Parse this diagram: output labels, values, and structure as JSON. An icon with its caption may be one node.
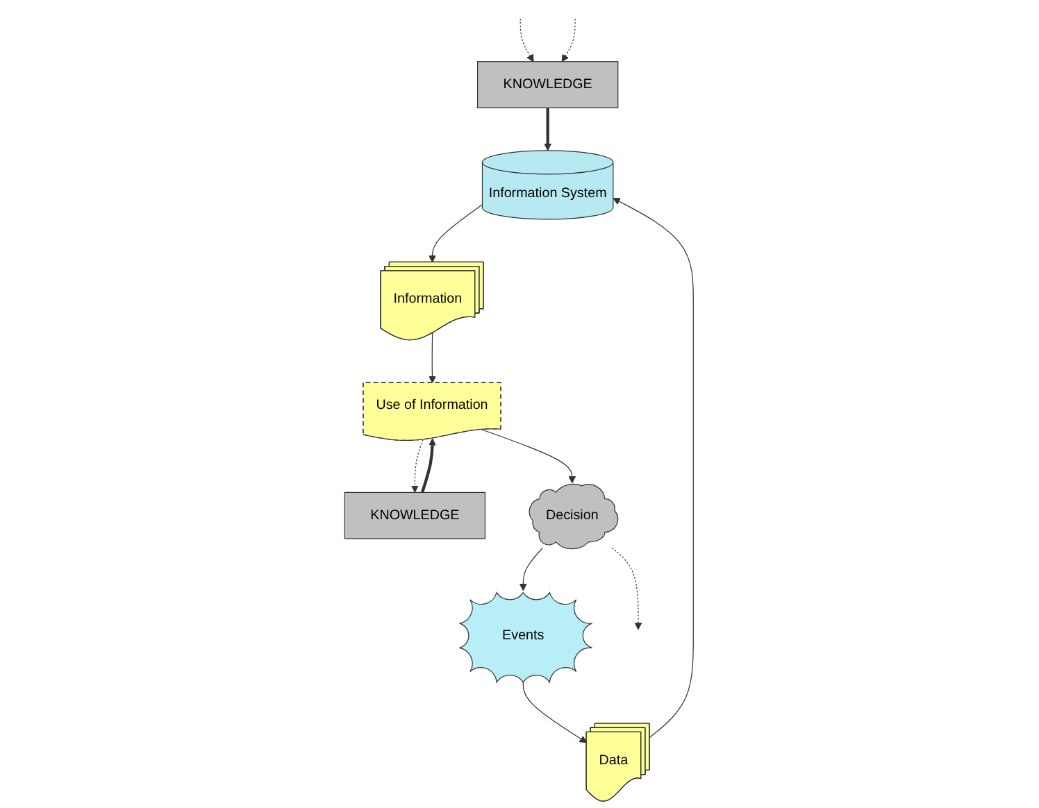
{
  "diagram": {
    "nodes": [
      {
        "text": [
          "KNOWLEDGE"
        ]
      },
      {
        "text": [
          "KNOWLEDGE"
        ]
      },
      {
        "text": [
          "Data"
        ]
      },
      {
        "text": [
          "Information System"
        ]
      },
      {
        "text": [
          "Information"
        ]
      },
      {
        "text": [
          "Use of Information"
        ]
      },
      {
        "text": [
          "Decision"
        ]
      },
      {
        "text": [
          "Events"
        ]
      }
    ],
    "edges": [
      {
        "from": 0,
        "to": 3,
        "arrow": "to",
        "style": "thick"
      },
      {
        "from": null,
        "to": 0,
        "arrow": "to",
        "style": "dashed"
      },
      {
        "from": null,
        "to": 0,
        "arrow": "to",
        "style": "dashed"
      },
      {
        "from": 2,
        "to": 3,
        "arrow": "to"
      },
      {
        "from": 3,
        "to": 4,
        "arrow": "to"
      },
      {
        "from": 4,
        "to": 5,
        "arrow": "to"
      },
      {
        "from": 1,
        "to": 5,
        "arrow": "to",
        "style": "thick"
      },
      {
        "from": 5,
        "to": 6,
        "arrow": "to"
      },
      {
        "from": 5,
        "to": 1,
        "arrow": "to",
        "style": "dashed"
      },
      {
        "from": 6,
        "to": 7,
        "arrow": "to"
      },
      {
        "from": 6,
        "to": null,
        "arrow": "to",
        "style": "dashed"
      },
      {
        "from": 7,
        "to": 2,
        "arrow": "to"
      }
    ]
  }
}
